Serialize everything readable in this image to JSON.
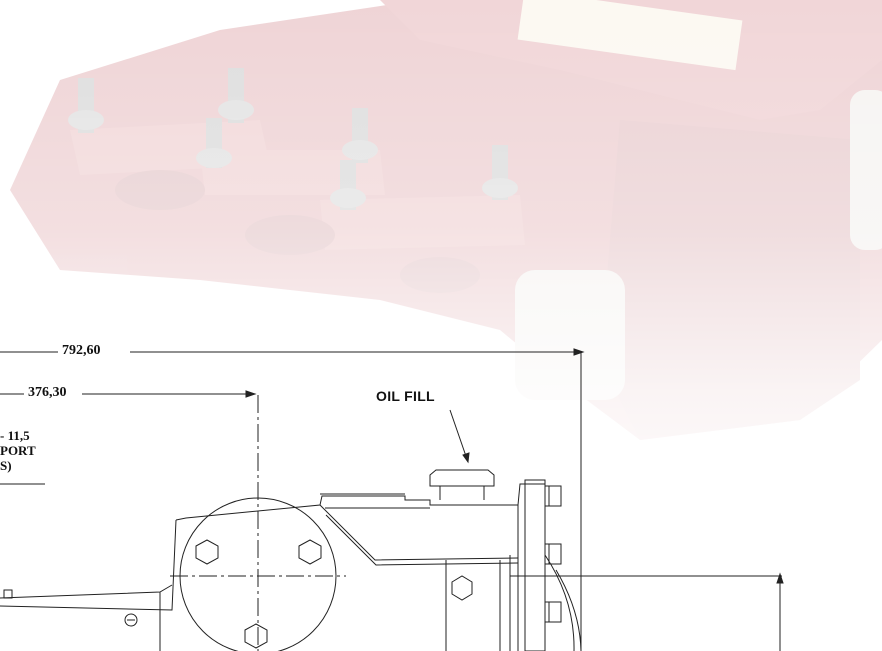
{
  "dimensions": {
    "overall_length": "792,60",
    "port_offset": "376,30"
  },
  "note": {
    "lines": [
      "- 11,5",
      "PORT",
      "S)"
    ]
  },
  "callouts": {
    "oil_fill": "OIL FILL"
  },
  "colors": {
    "pump_body": "#b8414a",
    "line": "#222222",
    "background": "#ffffff"
  }
}
